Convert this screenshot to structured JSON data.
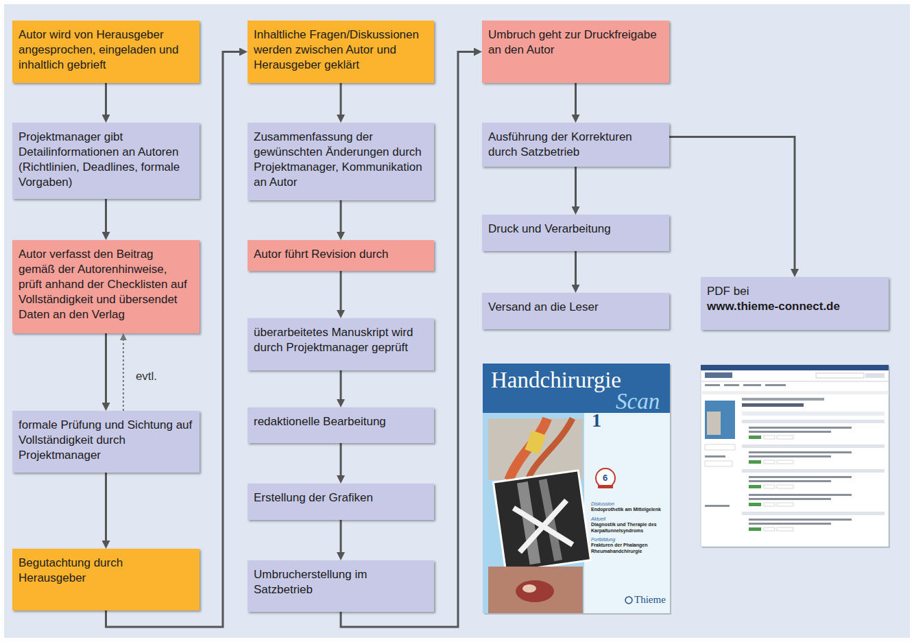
{
  "diagram": {
    "nodes": [
      {
        "text": [
          "Autor wird von Herausgeber angesprochen, eingeladen und inhaltlich gebrieft"
        ]
      },
      {
        "text": [
          "Projektmanager gibt Detailinformationen an Autoren (Richtlinien, Deadlines, formale Vorgaben)"
        ]
      },
      {
        "text": [
          "Autor verfasst den Beitrag gemäß der Autorenhinweise, prüft anhand der Checklisten auf Vollständigkeit und übersendet Daten an den Verlag"
        ]
      },
      {
        "text": [
          "formale Prüfung und Sichtung auf Vollständigkeit durch Projektmanager"
        ]
      },
      {
        "text": [
          "Begutachtung durch Herausgeber"
        ]
      },
      {
        "text": [
          "Inhaltliche Fragen/Diskussionen werden zwischen Autor und Herausgeber geklärt"
        ]
      },
      {
        "text": [
          "Zusammenfassung der gewünschten Änderungen durch Projektmanager, Kommunikation an Autor"
        ]
      },
      {
        "text": [
          "Autor führt Revision durch"
        ]
      },
      {
        "text": [
          "überarbeitetes Manuskript wird durch Projektmanager geprüft"
        ]
      },
      {
        "text": [
          "redaktionelle Bearbeitung"
        ]
      },
      {
        "text": [
          "Erstellung der Grafiken"
        ]
      },
      {
        "text": [
          "Umbrucherstellung im Satzbetrieb"
        ]
      },
      {
        "text": [
          "Umbruch geht zur Druckfreigabe an den Autor"
        ]
      },
      {
        "text": [
          "Ausführung der Korrekturen durch Satzbetrieb"
        ]
      },
      {
        "text": [
          "Druck und Verarbeitung"
        ]
      },
      {
        "text": [
          "Versand an die Leser"
        ]
      },
      {
        "text": [
          "PDF bei",
          "www.thieme-connect.de"
        ]
      }
    ],
    "edges": [
      {
        "from": 0,
        "to": 1,
        "arrow": "to"
      },
      {
        "from": 1,
        "to": 2,
        "arrow": "to"
      },
      {
        "from": 2,
        "to": 3,
        "arrow": "to"
      },
      {
        "from": 3,
        "to": 2,
        "label": "evtl.",
        "arrow": "to"
      },
      {
        "from": 3,
        "to": 4,
        "arrow": "to"
      },
      {
        "from": 4,
        "to": 5,
        "arrow": "to"
      },
      {
        "from": 5,
        "to": 6,
        "arrow": "to"
      },
      {
        "from": 6,
        "to": 7,
        "arrow": "to"
      },
      {
        "from": 7,
        "to": 8,
        "arrow": "to"
      },
      {
        "from": 8,
        "to": 9,
        "arrow": "to"
      },
      {
        "from": 9,
        "to": 10,
        "arrow": "to"
      },
      {
        "from": 10,
        "to": 11,
        "arrow": "to"
      },
      {
        "from": 11,
        "to": 12,
        "arrow": "to"
      },
      {
        "from": 12,
        "to": 13,
        "arrow": "to"
      },
      {
        "from": 13,
        "to": 14,
        "arrow": "to"
      },
      {
        "from": 14,
        "to": 15,
        "arrow": "to"
      },
      {
        "from": 13,
        "to": 16,
        "arrow": "to"
      }
    ],
    "labels": [
      "Handchirurgie",
      "Scan",
      "1",
      "6",
      "Diskussion",
      "Endoprothetik am Mittelgelenk",
      "Aktuell",
      "Diagnostik und Therapie des Karpaltunnelsyndroms",
      "Fortbildung",
      "Frakturen der Phalangen",
      "Rheumahandchirurgie",
      "Thieme"
    ]
  }
}
